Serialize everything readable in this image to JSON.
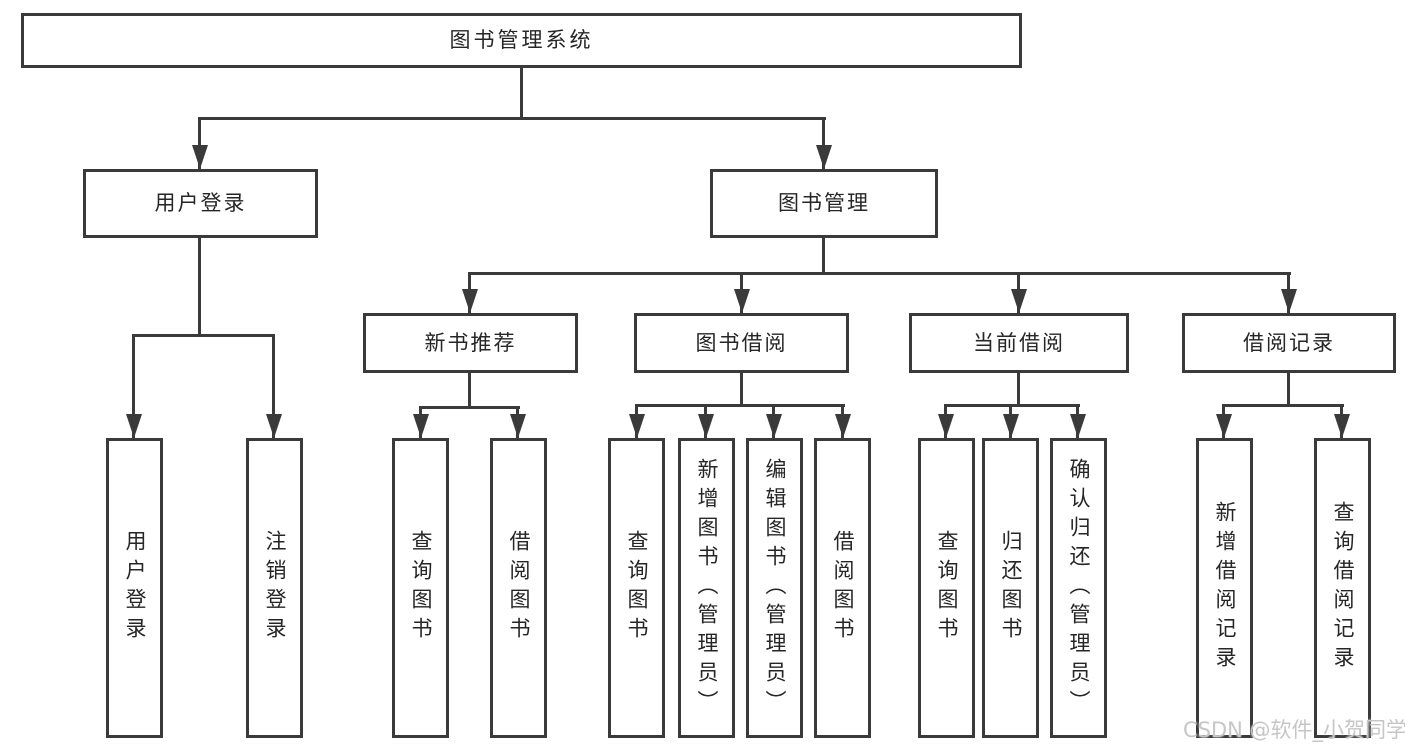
{
  "nodes": {
    "root": "图书管理系统",
    "level2": [
      "用户登录",
      "图书管理"
    ],
    "level3": [
      "新书推荐",
      "图书借阅",
      "当前借阅",
      "借阅记录"
    ],
    "leaves_user": [
      "用户登录",
      "注销登录"
    ],
    "leaves_newbook": [
      "查询图书",
      "借阅图书"
    ],
    "leaves_borrow": [
      "查询图书",
      "新增图书（管理员）",
      "编辑图书（管理员）",
      "借阅图书"
    ],
    "leaves_current": [
      "查询图书",
      "归还图书",
      "确认归还（管理员）"
    ],
    "leaves_record": [
      "新增借阅记录",
      "查询借阅记录"
    ]
  },
  "watermark": "CSDN @软件_小贺同学",
  "colors": {
    "line": "#3a3a3a",
    "text": "#262626",
    "watermark": "#c6c6c6",
    "background": "#ffffff"
  }
}
